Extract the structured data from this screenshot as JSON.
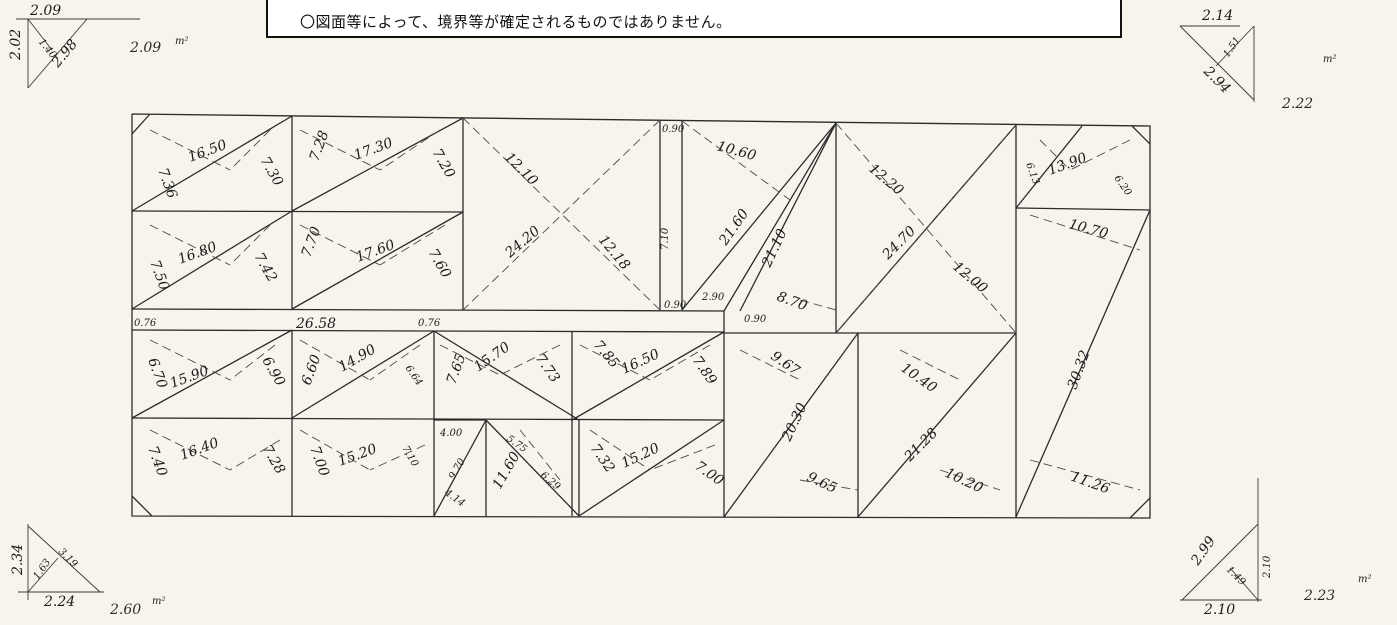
{
  "notice": {
    "text": "〇図面等によって、境界等が確定されるものではありません。"
  },
  "labels": {
    "r1c1": [
      "7.36",
      "16.50",
      "7.30"
    ],
    "r1c2": [
      "7.28",
      "17.30",
      "7.20"
    ],
    "r1c3": [
      "12.10",
      "24.20",
      "12.18"
    ],
    "r1n": [
      "7.10",
      "0.90",
      "0.90"
    ],
    "r1c4": [
      "10.60",
      "21.60",
      "21.10",
      "2.90",
      "0.90",
      "8.70"
    ],
    "r1c5": [
      "12.20",
      "24.70",
      "12.00"
    ],
    "r1c6": [
      "6.13",
      "13.90",
      "6.20"
    ],
    "r2c1": [
      "7.50",
      "16.80",
      "7.42"
    ],
    "r2c2": [
      "7.70",
      "17.60",
      "7.60"
    ],
    "right_big": [
      "10.70",
      "30.32",
      "11.26"
    ],
    "strip": [
      "0.76",
      "26.58",
      "0.76"
    ],
    "r3c1": [
      "6.70",
      "15.90",
      "6.90"
    ],
    "r3c2": [
      "6.60",
      "14.90",
      "6.64"
    ],
    "r3c3": [
      "7.65",
      "15.70",
      "7.73"
    ],
    "r3c4": [
      "7.85",
      "16.50",
      "7.89"
    ],
    "r34a": [
      "9.67",
      "20.30",
      "9.65"
    ],
    "r34b": [
      "10.40",
      "21.28",
      "10.20"
    ],
    "r4c1": [
      "7.40",
      "16.40",
      "7.28"
    ],
    "r4c2": [
      "7.00",
      "15.20",
      "7.10"
    ],
    "r4c3": [
      "4.00",
      "9.70",
      "4.14"
    ],
    "r4c4": [
      "5.75",
      "11.60",
      "6.29"
    ],
    "r4c5": [
      "7.32",
      "15.20",
      "7.00"
    ]
  },
  "corners": {
    "tl": {
      "top": "2.09",
      "side": "2.02",
      "diag": "2.98",
      "height": "1.40",
      "area": "2.09",
      "unit": "m²"
    },
    "tr": {
      "top": "2.14",
      "diag": "2.94",
      "height": "1.51",
      "area": "2.22",
      "unit": "m²"
    },
    "bl": {
      "side": "2.34",
      "diag": "3.19",
      "height": "1.63",
      "bottom": "2.24",
      "area": "2.60",
      "unit": "m²"
    },
    "br": {
      "diag": "2.99",
      "height": "1.49",
      "side": "2.10",
      "bottom": "2.10",
      "area": "2.23",
      "unit": "m²"
    }
  }
}
